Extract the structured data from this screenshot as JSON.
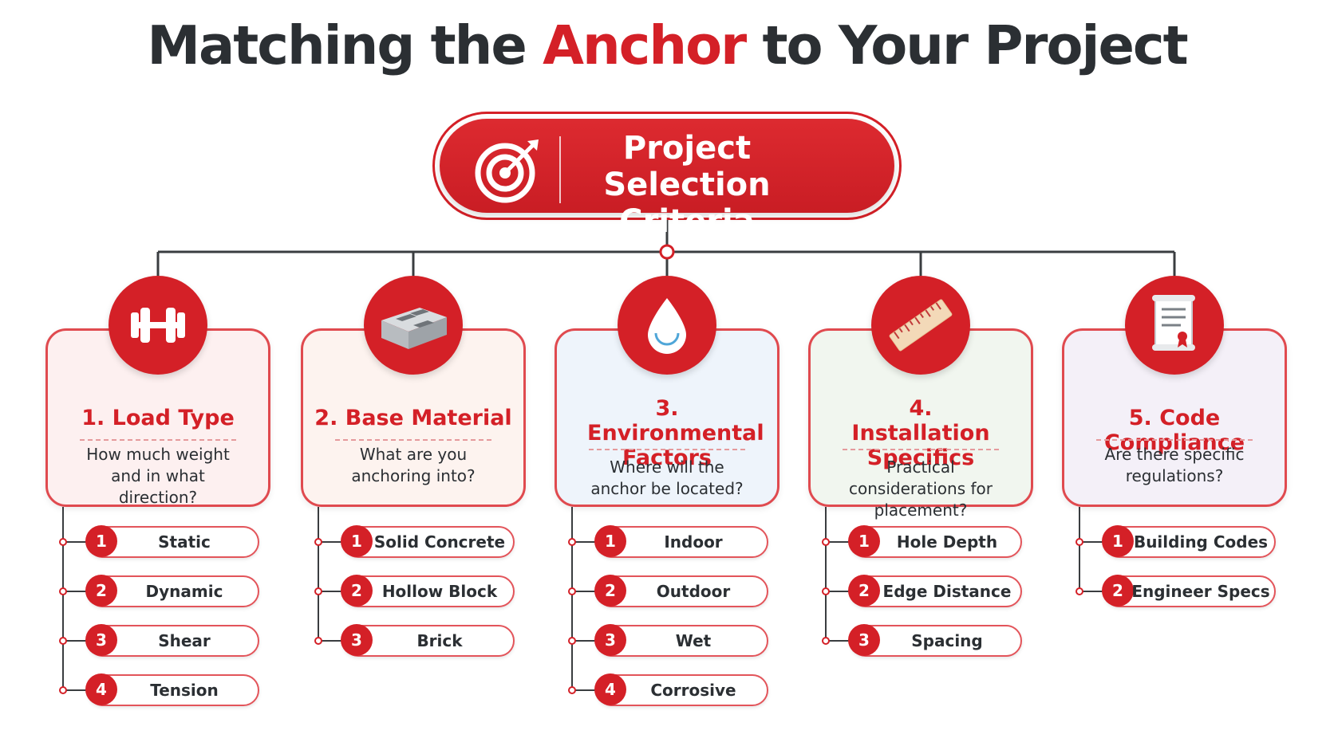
{
  "title": {
    "before": "Matching the ",
    "highlight": "Anchor",
    "after": " to Your Project"
  },
  "hub": {
    "label": "Project Selection Criteria",
    "icon": "target-icon"
  },
  "colors": {
    "accent": "#d42027",
    "text": "#2b2f33",
    "connector": "#3a3d40"
  },
  "categories": [
    {
      "title": "1. Load Type",
      "question": "How much weight and in what direction?",
      "icon": "dumbbell-icon",
      "tint": "#fdf0f0",
      "items": [
        {
          "num": "1",
          "label": "Static"
        },
        {
          "num": "2",
          "label": "Dynamic"
        },
        {
          "num": "3",
          "label": "Shear"
        },
        {
          "num": "4",
          "label": "Tension"
        }
      ]
    },
    {
      "title": "2. Base Material",
      "question": "What are you anchoring into?",
      "icon": "cinder-block-icon",
      "tint": "#fdf3ef",
      "items": [
        {
          "num": "1",
          "label": "Solid Concrete"
        },
        {
          "num": "2",
          "label": "Hollow Block"
        },
        {
          "num": "3",
          "label": "Brick"
        }
      ]
    },
    {
      "title": "3. Environmental Factors",
      "question": "Where will the anchor be located?",
      "icon": "water-drop-icon",
      "tint": "#eef4fb",
      "items": [
        {
          "num": "1",
          "label": "Indoor"
        },
        {
          "num": "2",
          "label": "Outdoor"
        },
        {
          "num": "3",
          "label": "Wet"
        },
        {
          "num": "4",
          "label": "Corrosive"
        }
      ]
    },
    {
      "title": "4. Installation Specifics",
      "question": "Practical considerations for placement?",
      "icon": "ruler-icon",
      "tint": "#f1f6ef",
      "items": [
        {
          "num": "1",
          "label": "Hole Depth"
        },
        {
          "num": "2",
          "label": "Edge Distance"
        },
        {
          "num": "3",
          "label": "Spacing"
        }
      ]
    },
    {
      "title": "5. Code Compliance",
      "question": "Are there specific regulations?",
      "icon": "certificate-scroll-icon",
      "tint": "#f4f0f8",
      "items": [
        {
          "num": "1",
          "label": "Building Codes"
        },
        {
          "num": "2",
          "label": "Engineer Specs"
        }
      ]
    }
  ]
}
